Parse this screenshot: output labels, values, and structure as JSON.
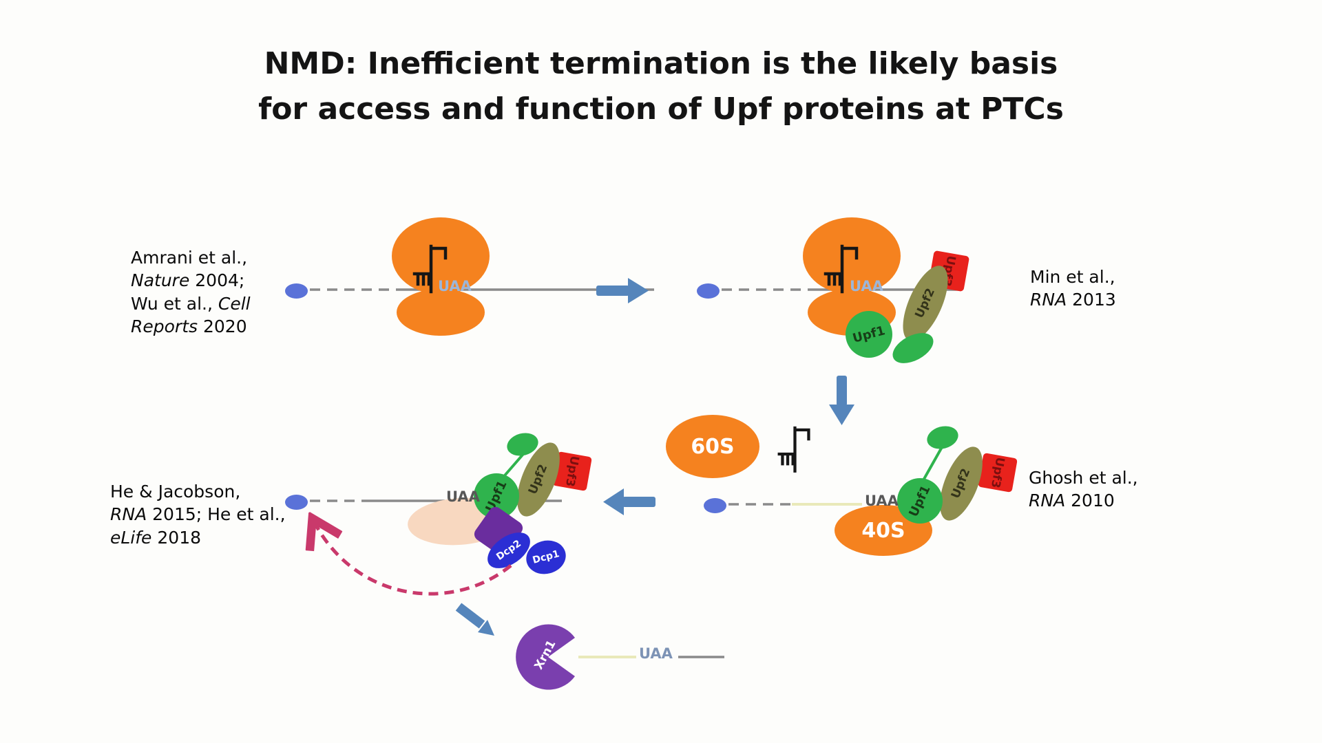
{
  "title": {
    "line1": "NMD: Inefficient termination is the likely basis",
    "line2": "for access and function of Upf proteins at PTCs"
  },
  "citations": {
    "amrani": {
      "l1": "Amrani et al.,",
      "l2_italic": "Nature",
      "l2_rest": " 2004;",
      "l3_rest": "Wu et al., ",
      "l3_italic": "Cell",
      "l4_italic": "Reports",
      "l4_rest": " 2020"
    },
    "min": {
      "l1": "Min et al.,",
      "l2_italic": "RNA",
      "l2_rest": " 2013"
    },
    "ghosh": {
      "l1": "Ghosh et al.,",
      "l2_italic": "RNA",
      "l2_rest": " 2010"
    },
    "he": {
      "l1": "He & Jacobson,",
      "l2_italic": "RNA",
      "l2_rest": " 2015; He et al.,",
      "l3_italic": "eLife",
      "l3_rest": " 2018"
    }
  },
  "molecules": {
    "upf1": "Upf1",
    "upf2": "Upf2",
    "upf3": "Upf3",
    "ribosome_60s": "60S",
    "ribosome_40s": "40S",
    "dcp2": "Dcp2",
    "dcp1": "Dcp1",
    "xrn1": "Xrn1"
  },
  "mrna": {
    "stop_codon": "UAA"
  },
  "colors": {
    "ribosome_orange": "#f5821f",
    "upf1_green": "#2fb34d",
    "upf2_olive": "#8e8d4e",
    "upf3_red": "#e8221c",
    "upf3_text_red": "#7c0f0f",
    "dcp_blue": "#2b2fd4",
    "decap_purple": "#6a2d9e",
    "xrn1_purple": "#7a3fae",
    "arrow_blue": "#5585bb",
    "decay_arrow_pink": "#c9396b",
    "cap_blue": "#5a72d8",
    "mrna_gray": "#8a8a8a",
    "mrna_pale_yellow": "#e9e9b9",
    "peach": "#f8d8c0"
  }
}
